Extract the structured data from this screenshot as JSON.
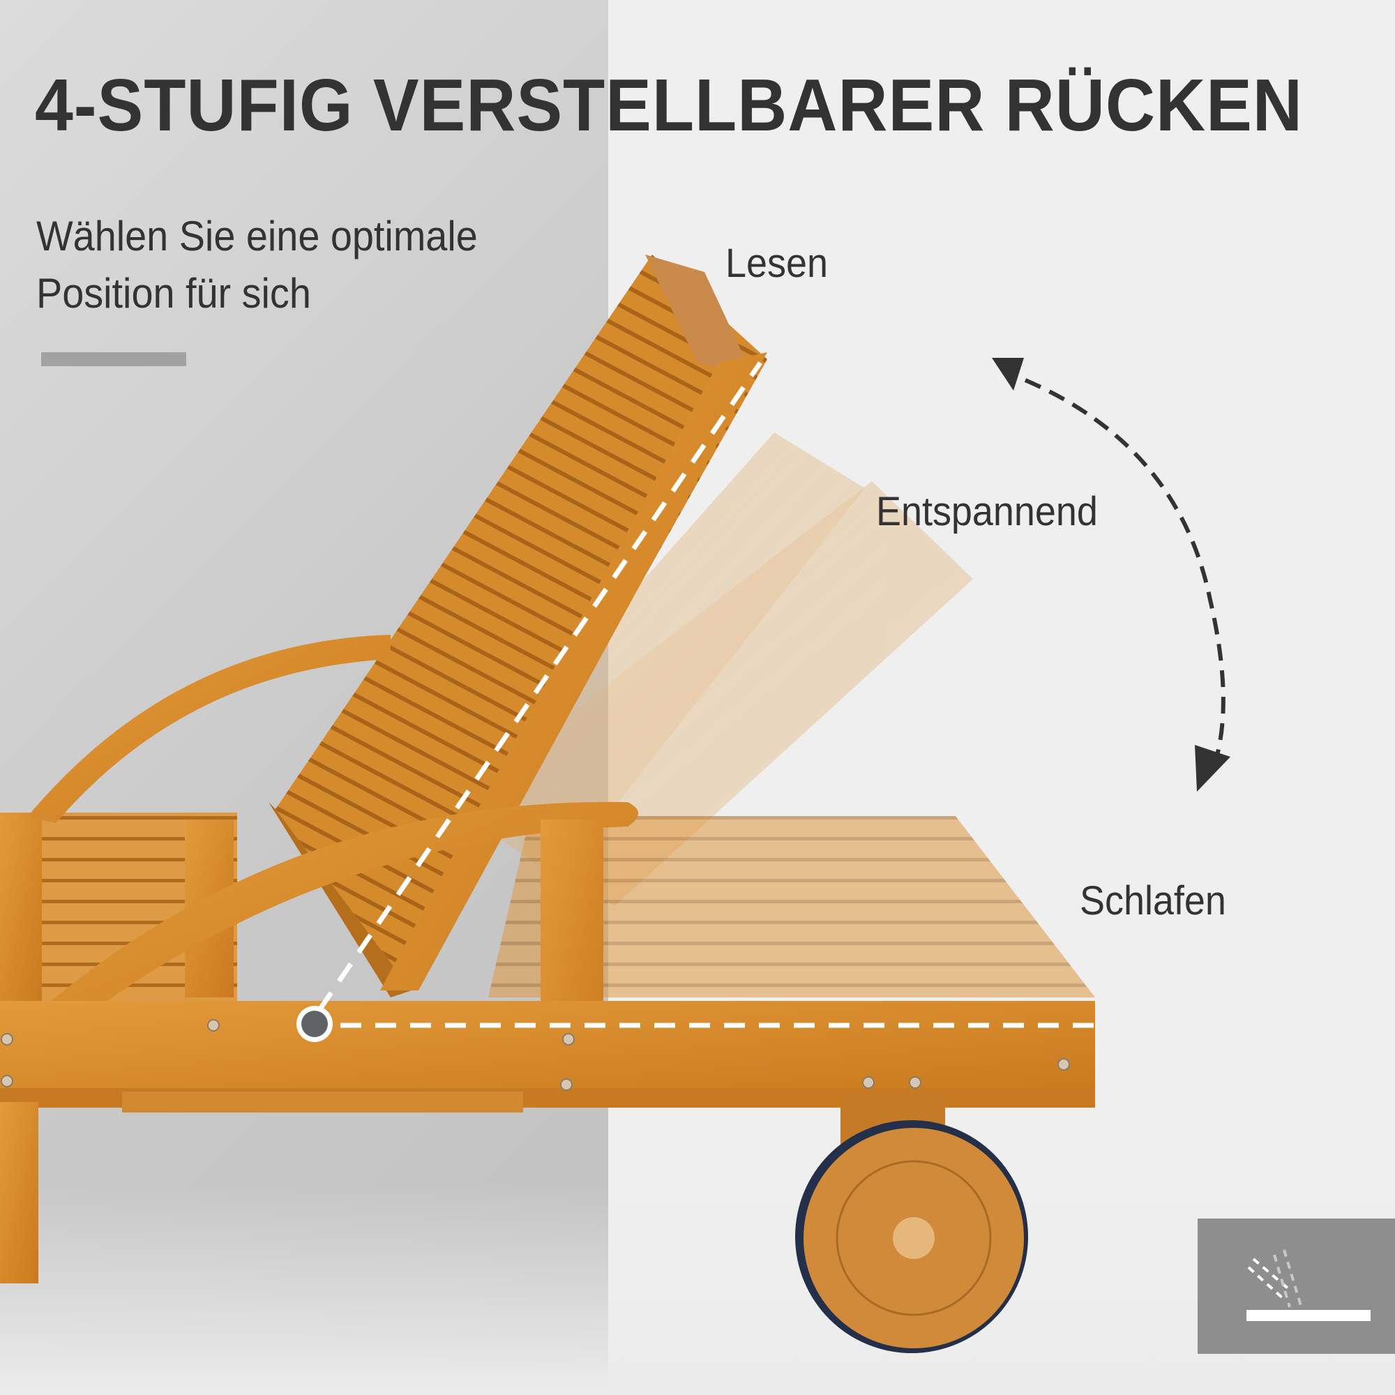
{
  "header": {
    "title": "4-STUFIG VERSTELLBARER RÜCKEN",
    "subtitle_line1": "Wählen Sie eine optimale",
    "subtitle_line2": "Position für sich"
  },
  "positions": [
    {
      "label": "Lesen"
    },
    {
      "label": "Entspannend"
    },
    {
      "label": "Schlafen"
    }
  ],
  "icons": {
    "arrow": "curved-dashed-double-arrow-icon",
    "pivot": "pivot-point-icon",
    "badge": "recline-angle-icon"
  },
  "colors": {
    "text": "#333333",
    "left_panel": "#c8c8c8",
    "background": "#efefef",
    "divider": "#a2a2a2",
    "wood": "#d98a2b",
    "badge": "#8e8e8e",
    "pivot": "#5f6368"
  }
}
